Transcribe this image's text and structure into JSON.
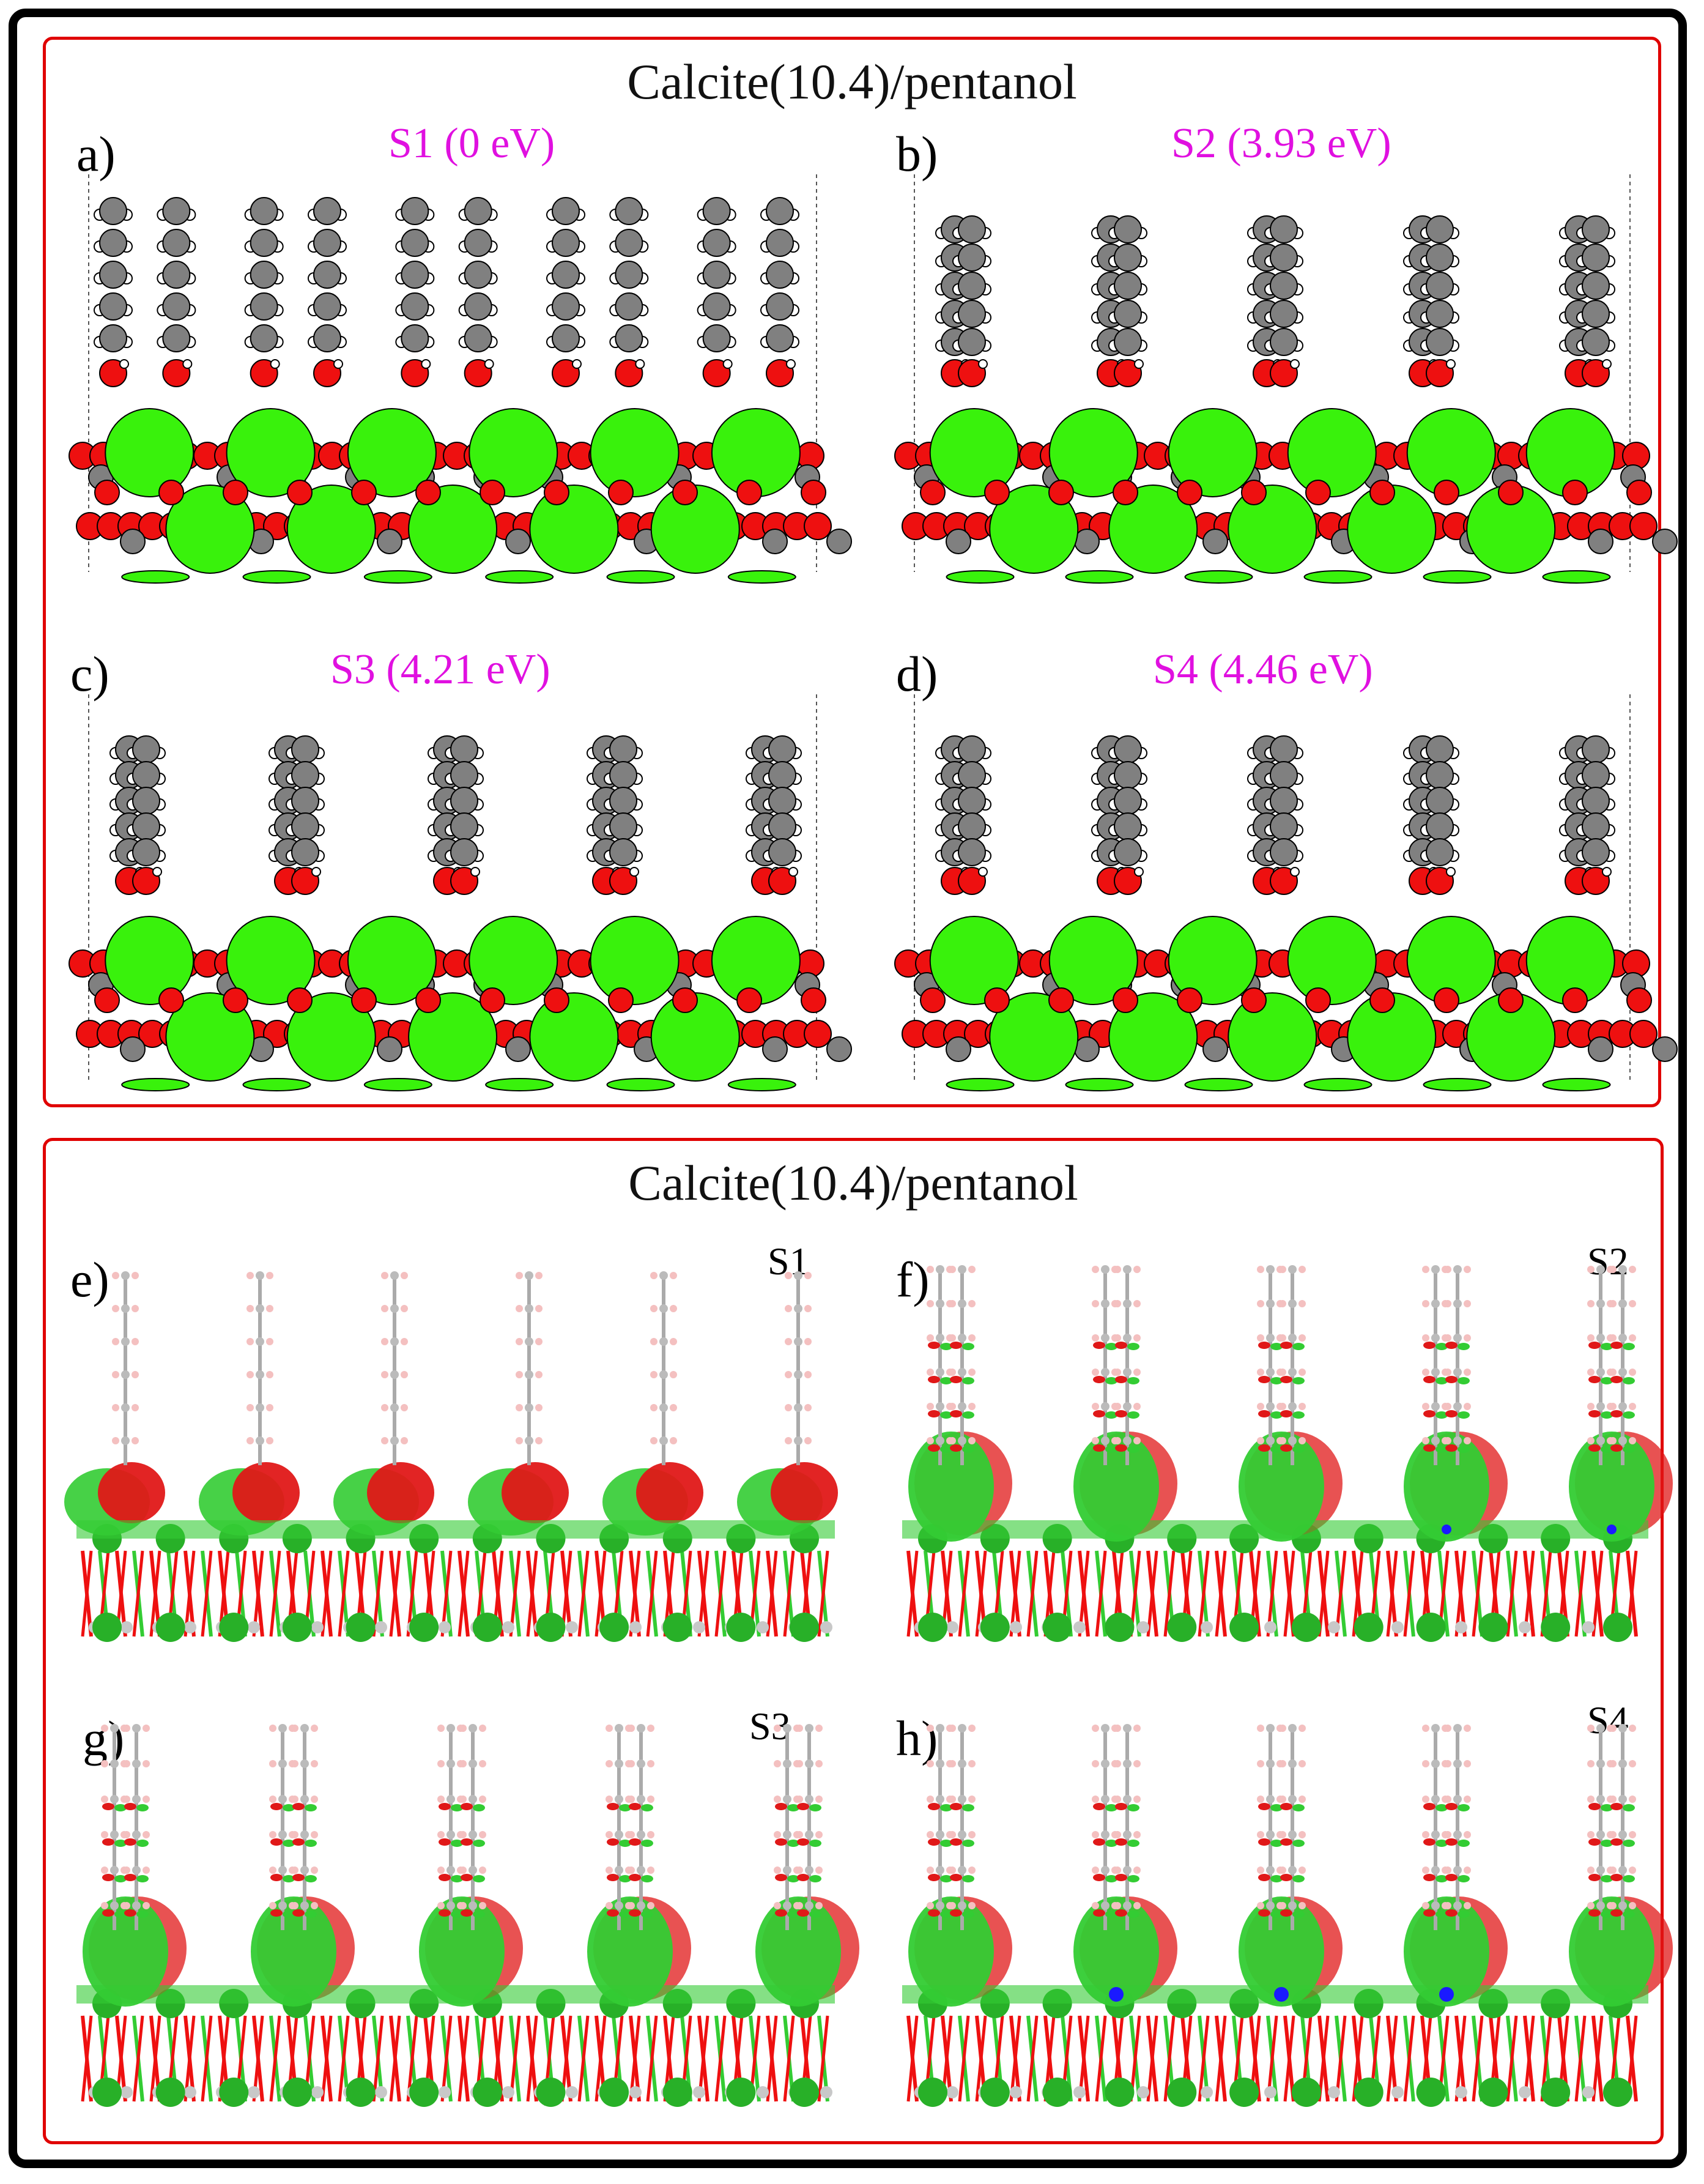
{
  "top_section": {
    "title": "Calcite(10.4)/pentanol",
    "panels": [
      {
        "label": "a)",
        "state": "S1 (0 eV)",
        "molecules": 10,
        "paired": false
      },
      {
        "label": "b)",
        "state": "S2 (3.93 eV)",
        "molecules": 5,
        "paired": true
      },
      {
        "label": "c)",
        "state": "S3 (4.21 eV)",
        "molecules": 5,
        "paired": true
      },
      {
        "label": "d)",
        "state": "S4 (4.46 eV)",
        "molecules": 5,
        "paired": true
      }
    ]
  },
  "bottom_section": {
    "title": "Calcite(10.4)/pentanol",
    "panels": [
      {
        "label": "e)",
        "state": "S1"
      },
      {
        "label": "f)",
        "state": "S2"
      },
      {
        "label": "g)",
        "state": "S3"
      },
      {
        "label": "h)",
        "state": "S4"
      }
    ]
  },
  "colors": {
    "frame": "#000000",
    "section_border": "#e00000",
    "energy_label": "#e010e0",
    "calcium": "#39f20c",
    "oxygen": "#ee1010",
    "carbon": "#808080",
    "hydrogen": "#ffffff",
    "density_accumulation": "#33cc33",
    "density_depletion": "#e01818",
    "blue_marker": "#1a1aff"
  }
}
